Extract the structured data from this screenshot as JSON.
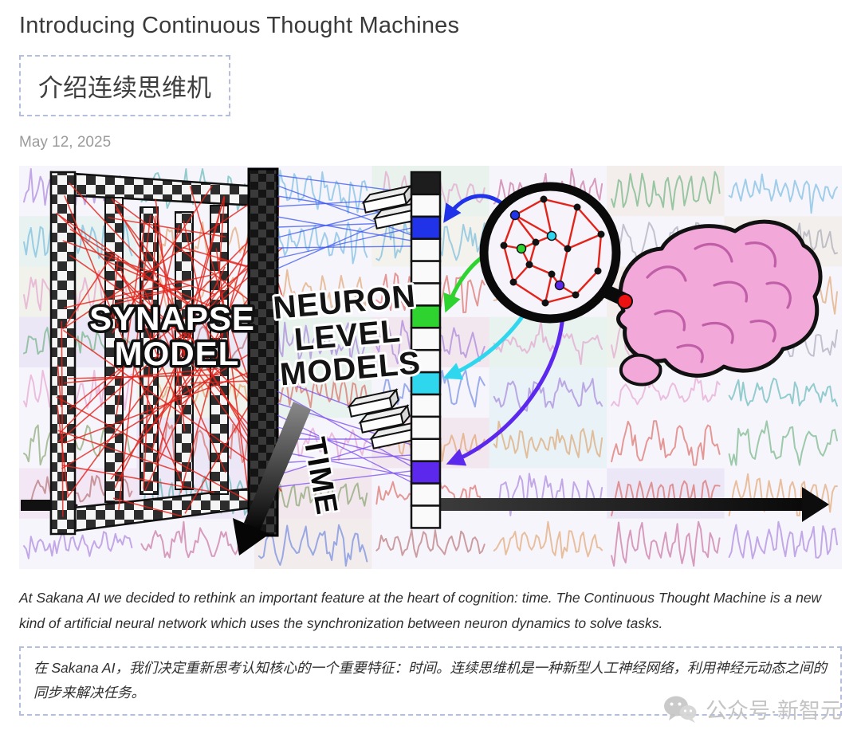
{
  "page": {
    "title_en": "Introducing Continuous Thought Machines",
    "title_zh": "介绍连续思维机",
    "date": "May 12, 2025"
  },
  "figure": {
    "labels": {
      "synapse_line1": "SYNAPSE",
      "synapse_line2": "MODEL",
      "neuron_line1": "NEURON",
      "neuron_line2": "LEVEL",
      "neuron_line3": "MODELS",
      "time": "TIME"
    },
    "palette": [
      "#d23b30",
      "#3f9e57",
      "#2ea3a0",
      "#8e5bd1",
      "#3f64d9",
      "#d98a3f",
      "#e085c0",
      "#b8447e",
      "#8d8da0",
      "#5d8a3c",
      "#a04545",
      "#4aa8d8"
    ],
    "colors": {
      "web": "#e3231a",
      "fan_blue": "#3a56f0",
      "fan_purple": "#7a4af0",
      "arrow_blue": "#2033e8",
      "arrow_green": "#2fd32f",
      "arrow_cyan": "#2fd7ee",
      "arrow_purple": "#5d28ee",
      "brain": "#f2a9d9",
      "brain_lines": "#c05fa8",
      "magnifier_dot": "#ee1111"
    },
    "blocks": {
      "count": 16,
      "colored": {
        "2": "#2033e8",
        "6": "#2fd32f",
        "9": "#2fd7ee",
        "13": "#5d28ee"
      }
    }
  },
  "body": {
    "paragraph_en": "At Sakana AI we decided to rethink an important feature at the heart of cognition: time. The Continuous Thought Machine is a new kind of artificial neural network which uses the synchronization between neuron dynamics to solve tasks.",
    "paragraph_zh": "在 Sakana AI，我们决定重新思考认知核心的一个重要特征：时间。连续思维机是一种新型人工神经网络，利用神经元动态之间的同步来解决任务。"
  },
  "watermark": {
    "text": "公众号·新智元",
    "icon": "wechat-icon"
  }
}
